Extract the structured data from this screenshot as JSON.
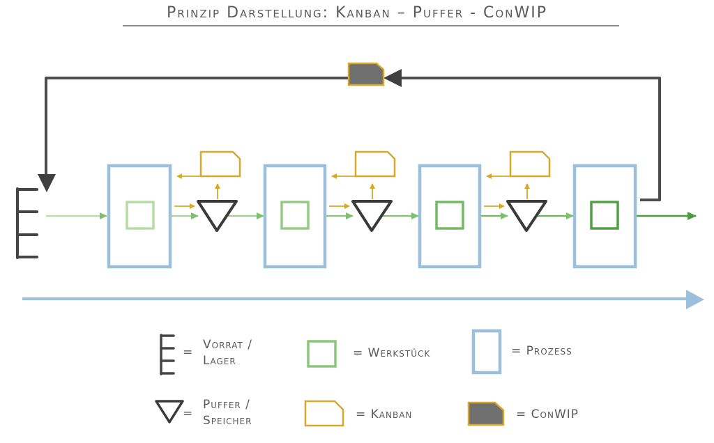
{
  "title": "Prinzip Darstellung: Kanban – Puffer - ConWIP",
  "legend": {
    "eq": "=",
    "vorrat_line1": "Vorrat /",
    "vorrat_line2": "Lager",
    "werkstueck": "= Werkstück",
    "prozess": "= Prozess",
    "puffer_line1": "Puffer /",
    "puffer_line2": "Speicher",
    "kanban": "= Kanban",
    "conwip": "= ConWIP"
  },
  "colors": {
    "process_blue": "#9cc0dc",
    "workpiece_green_1": "#a9d39a",
    "workpiece_green_2": "#8cc57c",
    "workpiece_green_3": "#6fb55e",
    "workpiece_green_4": "#52a043",
    "kanban_gold": "#d8a82a",
    "conwip_dark": "#6f6f6f",
    "loop_dark": "#4d4d4d"
  }
}
